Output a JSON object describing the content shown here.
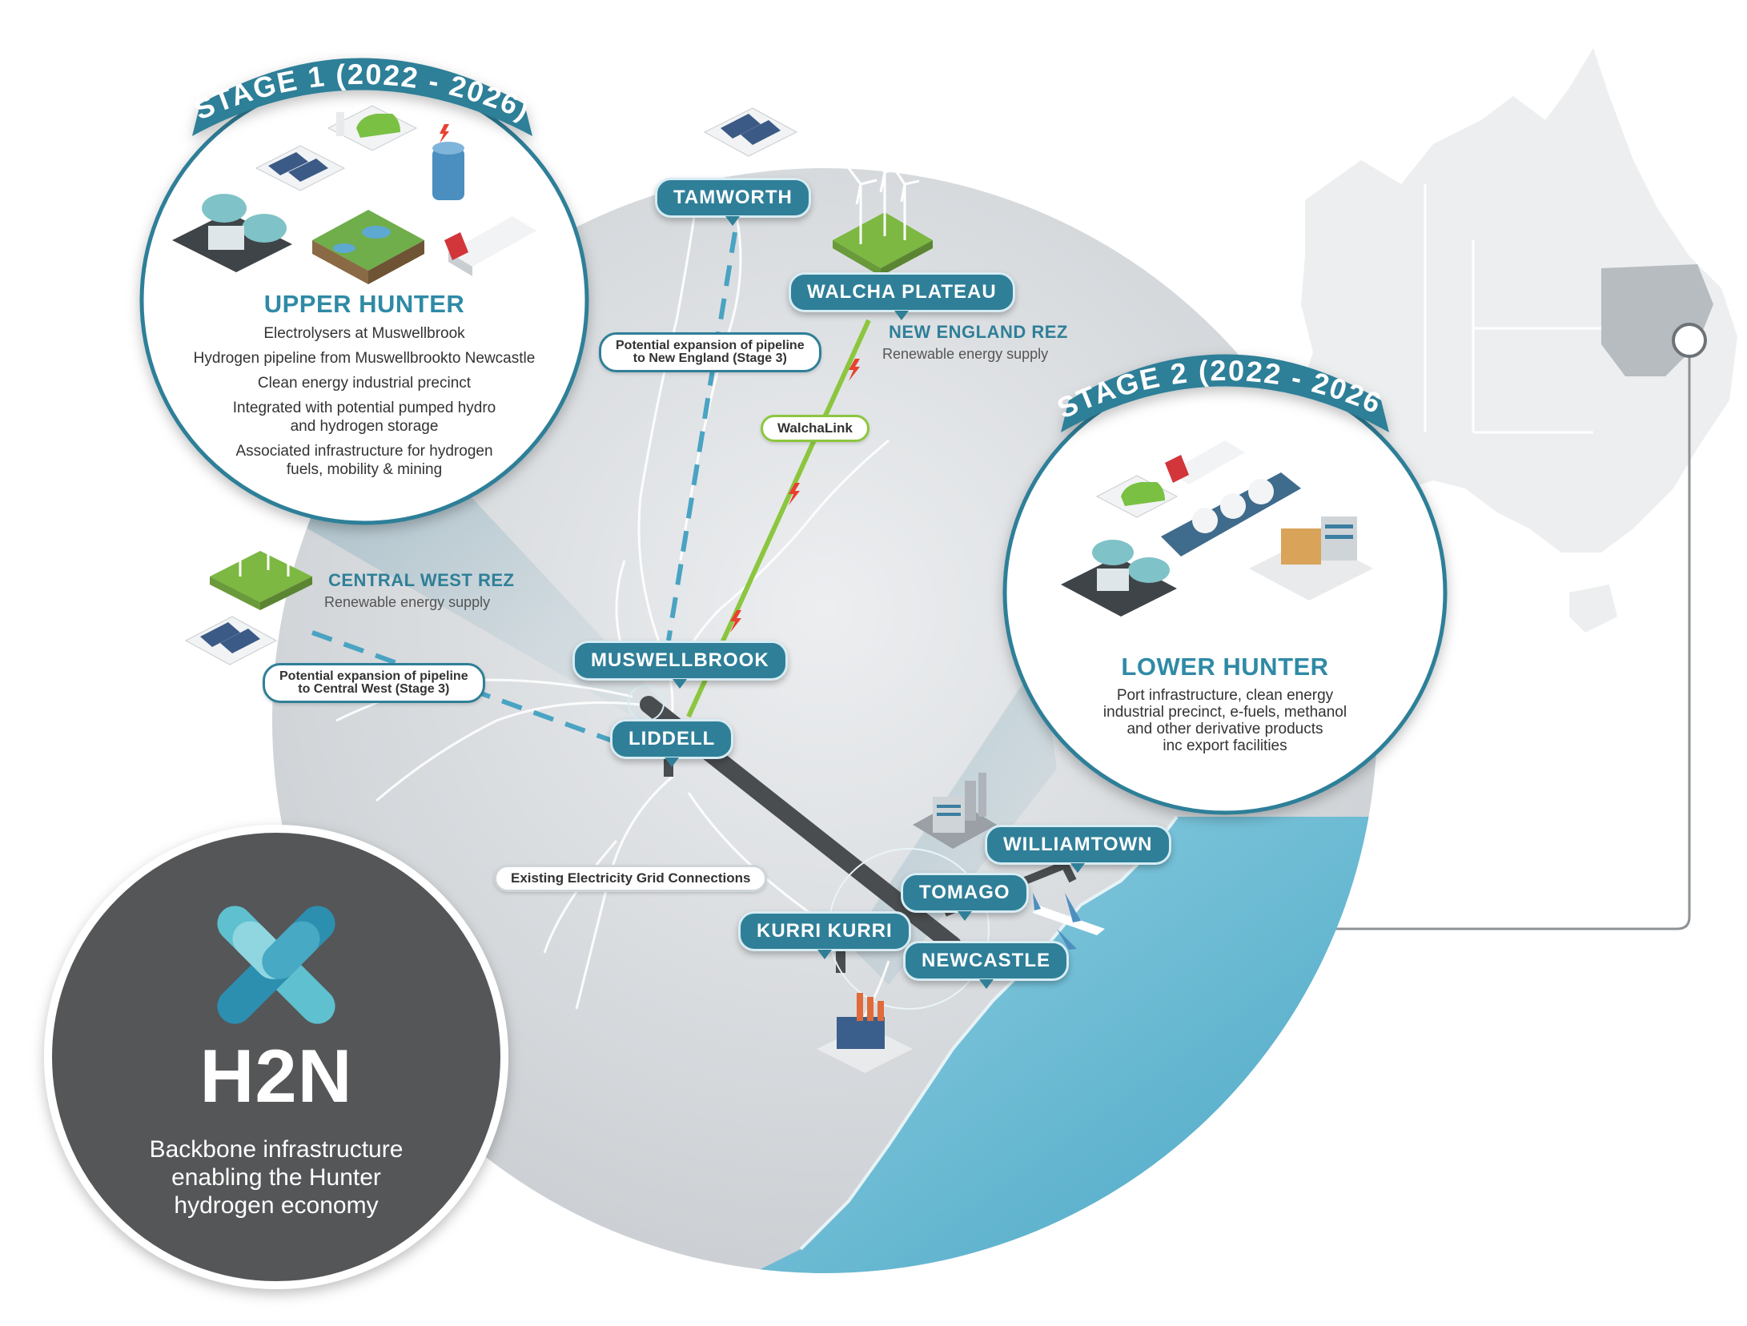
{
  "stage1": {
    "banner": "STAGE 1 (2022 - 2026)",
    "region": "UPPER HUNTER",
    "items": [
      "Electrolysers at Muswellbrook",
      "Hydrogen pipeline from Muswellbrookto Newcastle",
      "Clean energy industrial precinct",
      "Integrated with potential pumped hydro and hydrogen storage",
      "Associated infrastructure for hydrogen fuels, mobility & mining"
    ]
  },
  "stage2": {
    "banner": "STAGE 2 (2022 - 2026)",
    "region": "LOWER HUNTER",
    "description_lines": [
      "Port infrastructure, clean energy",
      "industrial precinct, e-fuels, methanol",
      "and other derivative products",
      "inc export facilities"
    ]
  },
  "locations": {
    "tamworth": "TAMWORTH",
    "walcha": "WALCHA PLATEAU",
    "muswellbrook": "MUSWELLBROOK",
    "liddell": "LIDDELL",
    "williamtown": "WILLIAMTOWN",
    "tomago": "TOMAGO",
    "kurri": "KURRI KURRI",
    "newcastle": "NEWCASTLE"
  },
  "rez": {
    "new_england": {
      "title": "NEW ENGLAND REZ",
      "subtitle": "Renewable energy supply"
    },
    "central_west": {
      "title": "CENTRAL WEST REZ",
      "subtitle": "Renewable energy supply"
    }
  },
  "callouts": {
    "ne_expansion": [
      "Potential expansion of pipeline",
      "to New England (Stage 3)"
    ],
    "cw_expansion": [
      "Potential expansion of pipeline",
      "to Central West (Stage 3)"
    ],
    "walchalink": "WalchaLink",
    "grid": "Existing Electricity Grid Connections"
  },
  "h2n": {
    "title": "H2N",
    "tagline_lines": [
      "Backbone infrastructure",
      "enabling the Hunter",
      "hydrogen economy"
    ]
  },
  "colors": {
    "teal": "#2f7f98",
    "sea": "#5fb3cd",
    "green_line": "#8cc63f",
    "dark_circle": "#555658"
  }
}
